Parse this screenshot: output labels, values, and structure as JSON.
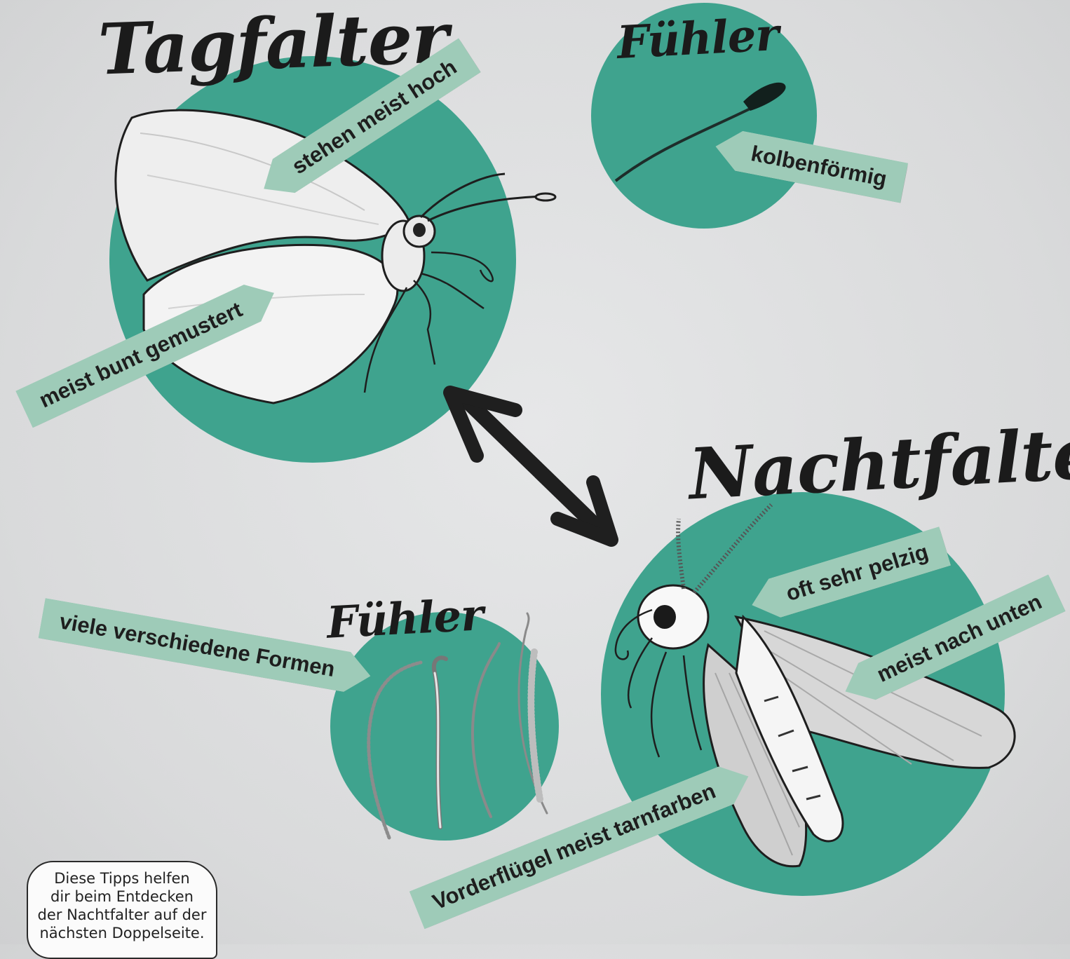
{
  "titles": {
    "tagfalter": "Tagfalter",
    "nachtfalter": "Nachtfalter",
    "fuehler_top": "Fühler",
    "fuehler_bottom": "Fühler"
  },
  "labels": {
    "stehen": "stehen meist hoch",
    "bunt": "meist bunt gemustert",
    "kolben": "kolbenförmig",
    "viele": "viele verschiedene Formen",
    "pelzig": "oft sehr pelzig",
    "unten": "meist nach unten",
    "vorder": "Vorderflügel meist tarnfarben"
  },
  "note": {
    "line1": "Diese Tipps helfen",
    "line2": "dir beim Entdecken",
    "line3": "der Nachtfalter auf der",
    "line4": "nächsten Doppelseite."
  },
  "colors": {
    "circle": "#3fa38e",
    "label": "#9ecbb8",
    "background": "#dcdddd",
    "ink": "#1b1b1b"
  },
  "icons": [
    "butterfly-illustration",
    "moth-illustration",
    "club-antenna",
    "moth-antennae",
    "double-arrow-icon"
  ]
}
